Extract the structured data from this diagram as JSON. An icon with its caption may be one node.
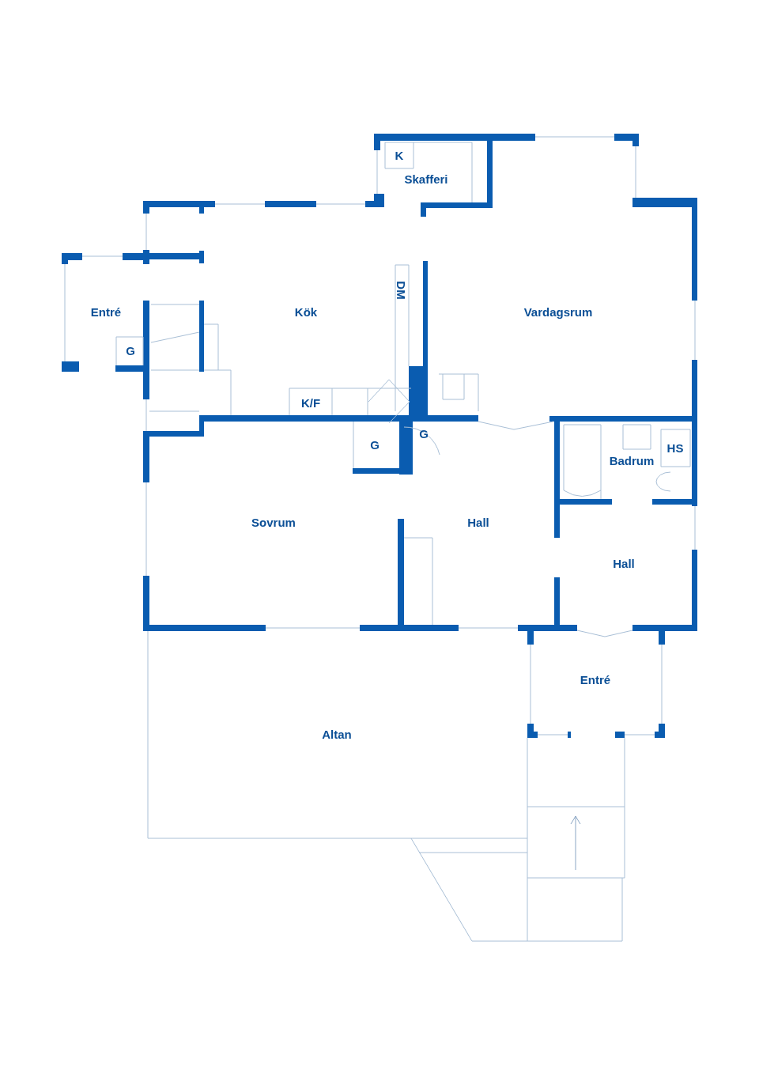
{
  "diagram": {
    "labels": [
      "K",
      "Skafferi",
      "DM",
      "Entré",
      "Kök",
      "Vardagsrum",
      "G",
      "K/F",
      "G",
      "G",
      "HS",
      "Badrum",
      "Sovrum",
      "Hall",
      "Hall",
      "Entré",
      "Altan"
    ]
  }
}
